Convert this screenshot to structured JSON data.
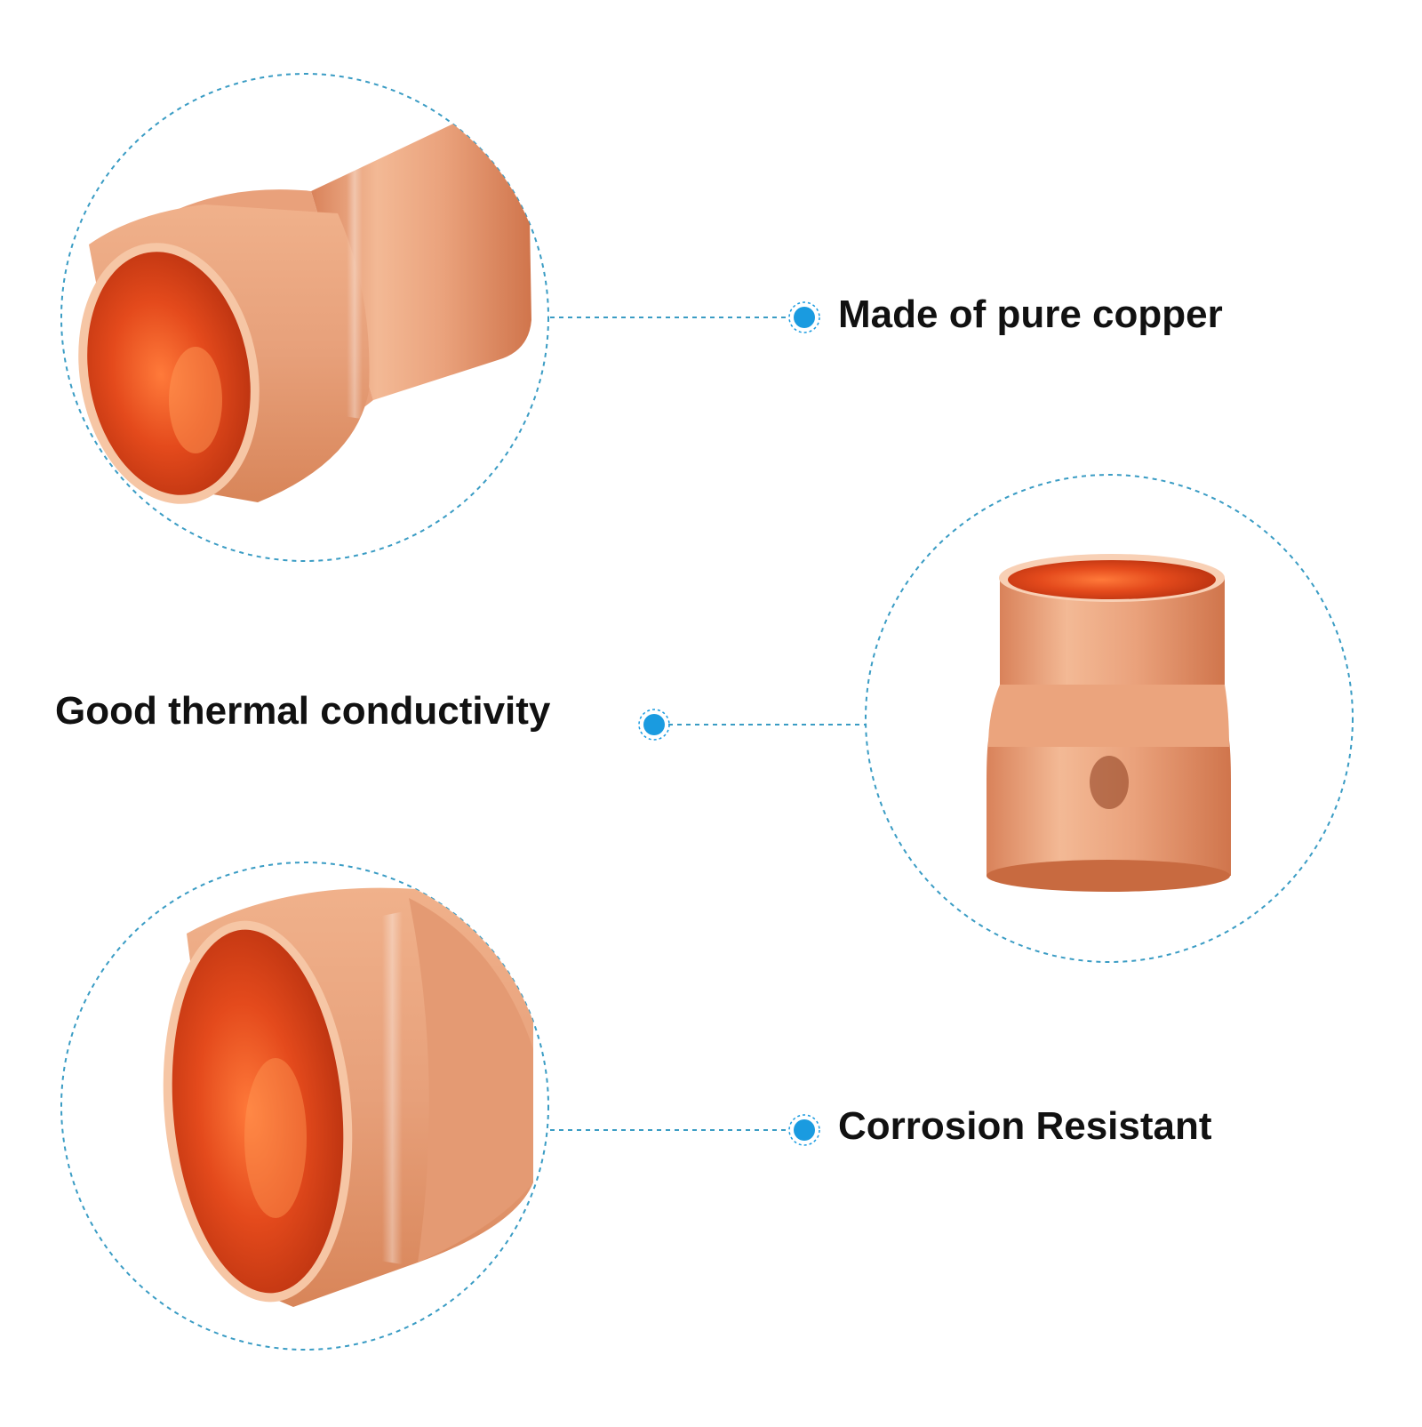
{
  "features": [
    {
      "label": "Made of pure copper"
    },
    {
      "label": "Good thermal conductivity"
    },
    {
      "label": "Corrosion Resistant"
    }
  ],
  "colors": {
    "accent_blue": "#1a9be0",
    "dashed_line": "#3a9cc4",
    "copper_light": "#f2b48d",
    "copper_mid": "#e08d62",
    "copper_dark": "#c25c33",
    "copper_inner": "#e3451a"
  },
  "icons": [
    "bullet-dot-icon"
  ]
}
